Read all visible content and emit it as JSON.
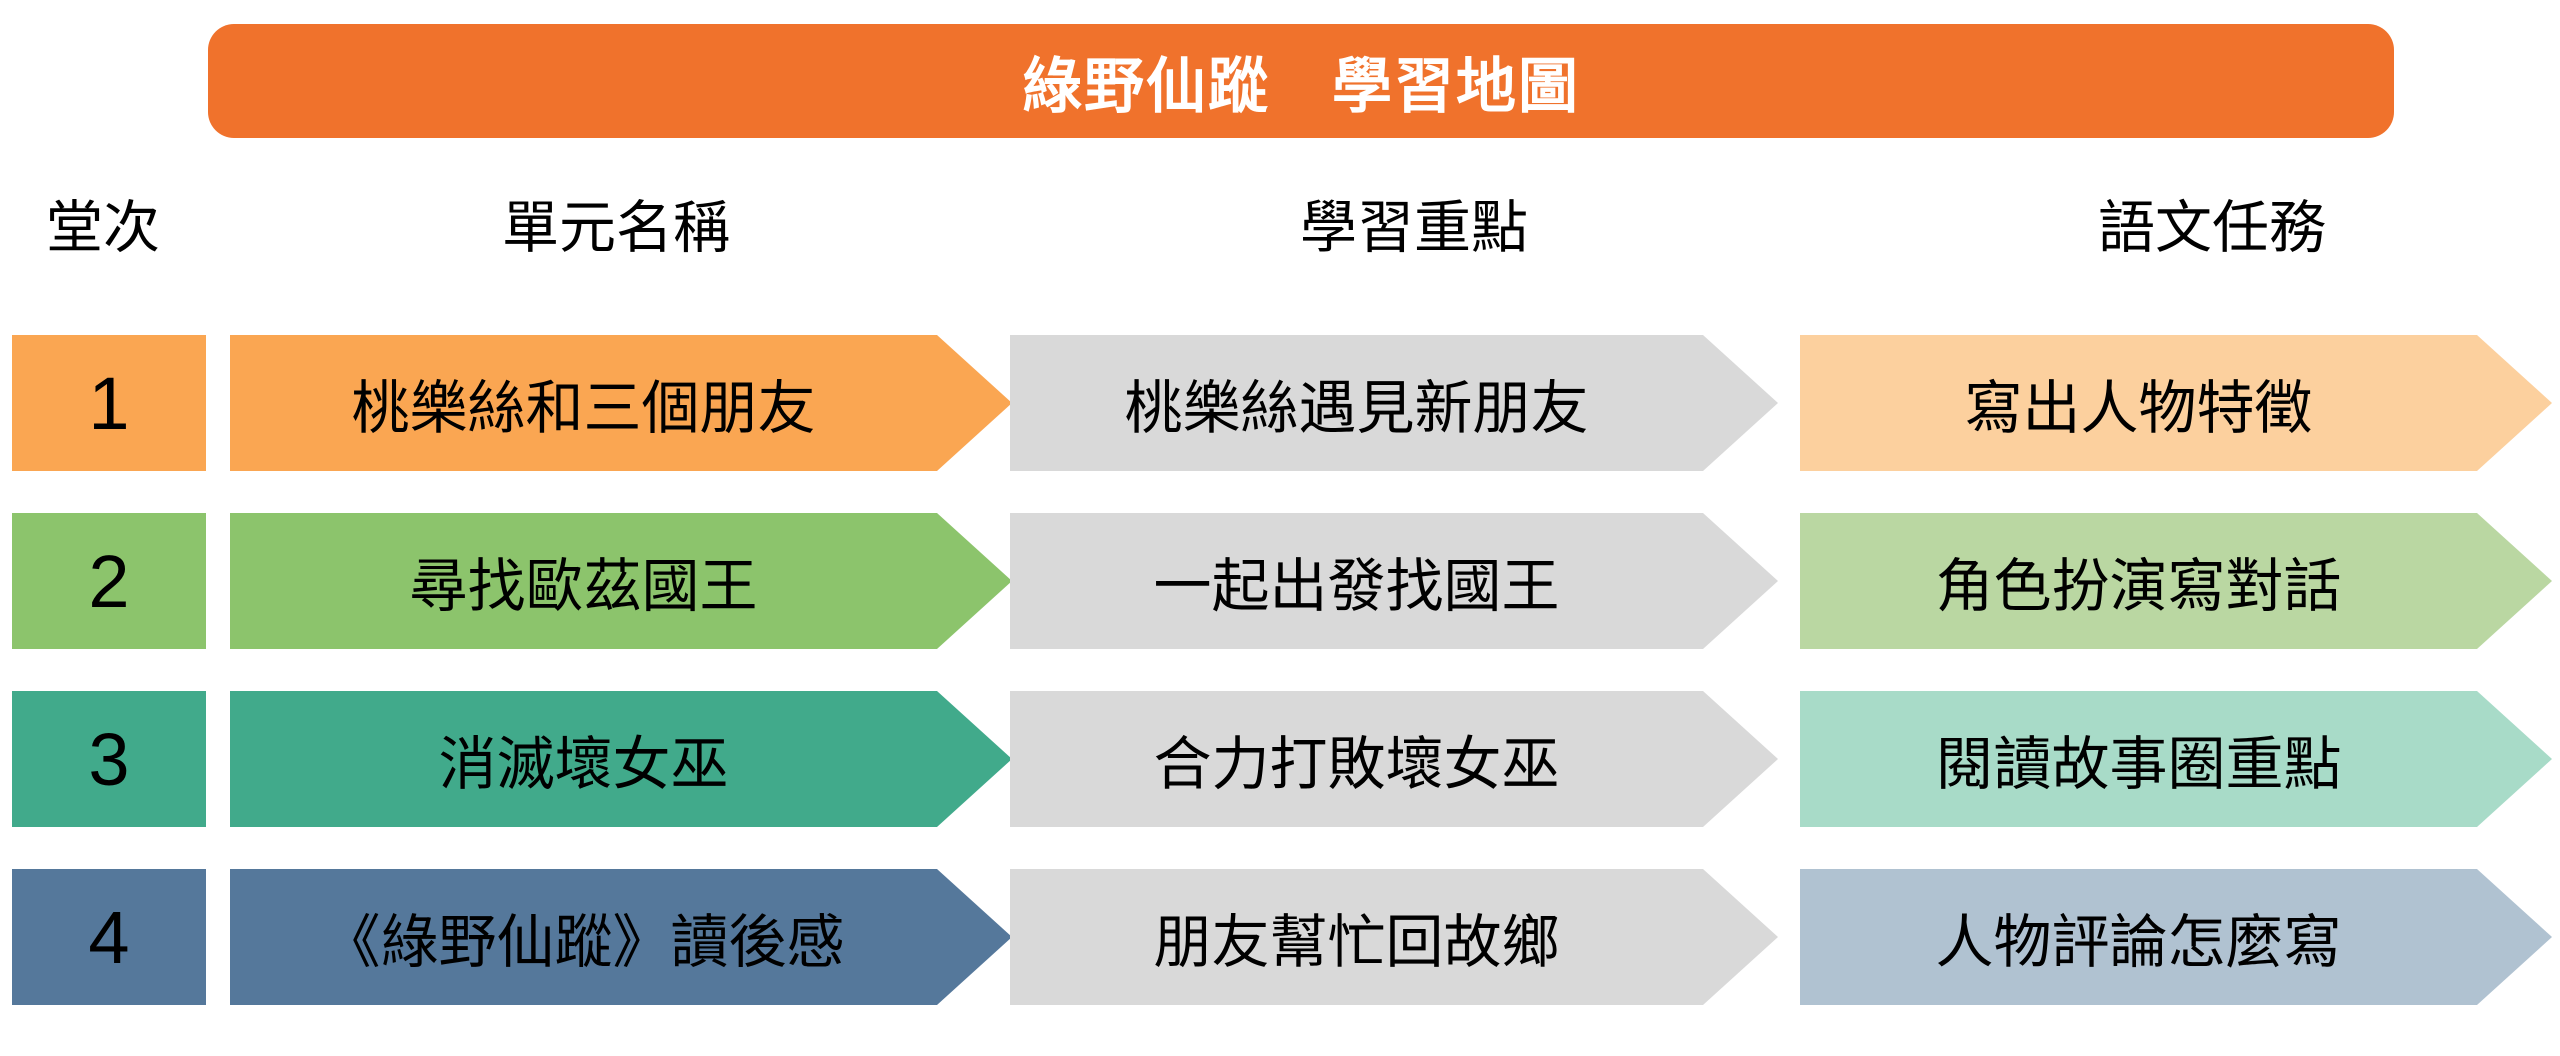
{
  "title": {
    "text": "綠野仙蹤　學習地圖",
    "bg_color": "#F0722C",
    "text_color": "#FFFFFF"
  },
  "columns": {
    "session": "堂次",
    "unit": "單元名稱",
    "focus": "學習重點",
    "task": "語文任務"
  },
  "focus_bg_color": "#D9D9D9",
  "rows": [
    {
      "number": "1",
      "unit": "桃樂絲和三個朋友",
      "focus": "桃樂絲遇見新朋友",
      "task": "寫出人物特徵",
      "color": "#FAA652",
      "light_color": "#FCD09E"
    },
    {
      "number": "2",
      "unit": "尋找歐茲國王",
      "focus": "一起出發找國王",
      "task": "角色扮演寫對話",
      "color": "#8CC46C",
      "light_color": "#BAD7A2"
    },
    {
      "number": "3",
      "unit": "消滅壞女巫",
      "focus": "合力打敗壞女巫",
      "task": "閱讀故事圈重點",
      "color": "#41AA8B",
      "light_color": "#A8DBC8"
    },
    {
      "number": "4",
      "unit": "《綠野仙蹤》讀後感",
      "focus": "朋友幫忙回故鄉",
      "task": "人物評論怎麼寫",
      "color": "#55789B",
      "light_color": "#B0C2D1"
    }
  ]
}
